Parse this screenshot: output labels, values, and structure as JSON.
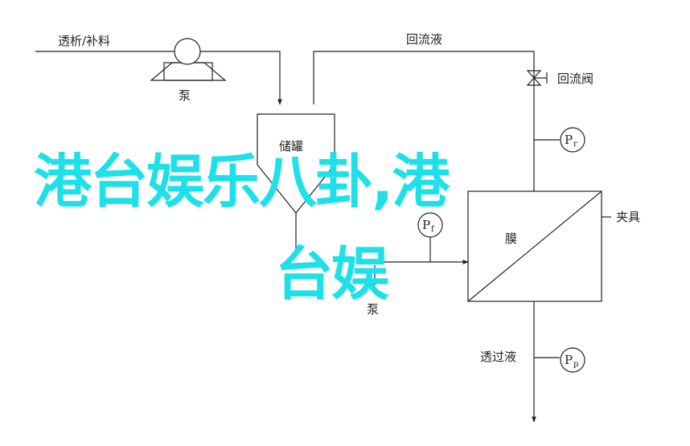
{
  "labels": {
    "feed": "透析/补料",
    "pump1": "泵",
    "recycle_liquid": "回流液",
    "recycle_valve": "回流阀",
    "tank": "储罐",
    "pressure_r": {
      "main": "P",
      "sub": "r"
    },
    "pressure_f": {
      "main": "P",
      "sub": "f"
    },
    "pressure_p": {
      "main": "P",
      "sub": "p"
    },
    "membrane": "膜",
    "clamp": "夹具",
    "pump2": "泵",
    "permeate": "透过液"
  },
  "overlay": {
    "line1": "港台娱乐八卦,港",
    "line2": "台娱"
  }
}
